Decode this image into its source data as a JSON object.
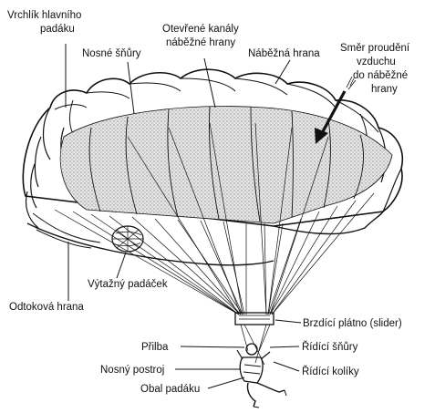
{
  "labels": {
    "vrchlik_1": "Vrchlík hlavního",
    "vrchlik_2": "padáku",
    "nosne_snury": "Nosné šňůry",
    "otevrene_1": "Otevřené kanály",
    "otevrene_2": "náběžné hrany",
    "nabezna_hrana": "Náběžná hrana",
    "smer_1": "Směr proudění",
    "smer_2": "vzduchu",
    "smer_3": "do náběžné",
    "smer_4": "hrany",
    "vytazny": "Výtažný padáček",
    "odtokova": "Odtoková hrana",
    "brzdici_platno": "Brzdící plátno (slider)",
    "prilba": "Přilba",
    "ridici_snury": "Řídící šňůry",
    "nosny_postroj": "Nosný postroj",
    "ridici_koliky": "Řídící kolíky",
    "obal_padaku": "Obal padáku"
  },
  "colors": {
    "ink": "#111111",
    "canopy_fill": "#ffffff",
    "hatch_fill": "#d9d9d9",
    "background": "#ffffff"
  }
}
